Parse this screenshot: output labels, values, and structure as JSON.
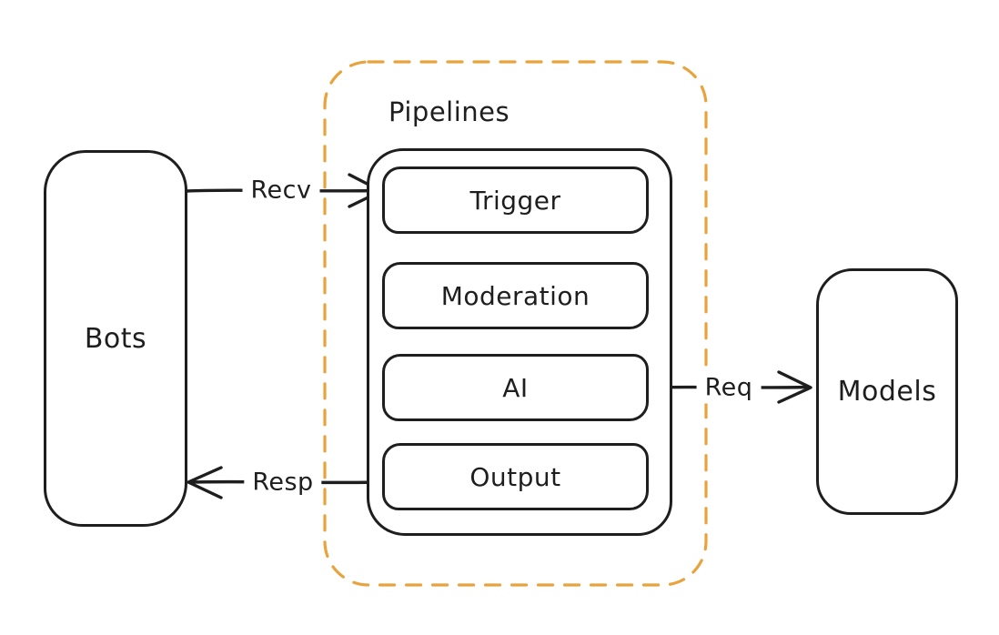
{
  "colors": {
    "stroke": "#1e1e1e",
    "accent": "#e8a33d",
    "background": "#ffffff"
  },
  "nodes": {
    "bots": {
      "label": "Bots"
    },
    "models": {
      "label": "Models"
    }
  },
  "group": {
    "label": "Pipelines",
    "stages": [
      {
        "label": "Trigger"
      },
      {
        "label": "Moderation"
      },
      {
        "label": "AI"
      },
      {
        "label": "Output"
      }
    ]
  },
  "edges": {
    "recv": {
      "label": "Recv",
      "from": "Bots",
      "to": "Trigger",
      "direction": "right"
    },
    "resp": {
      "label": "Resp",
      "from": "Output",
      "to": "Bots",
      "direction": "left"
    },
    "req": {
      "label": "Req",
      "from": "AI",
      "to": "Models",
      "direction": "right"
    }
  }
}
